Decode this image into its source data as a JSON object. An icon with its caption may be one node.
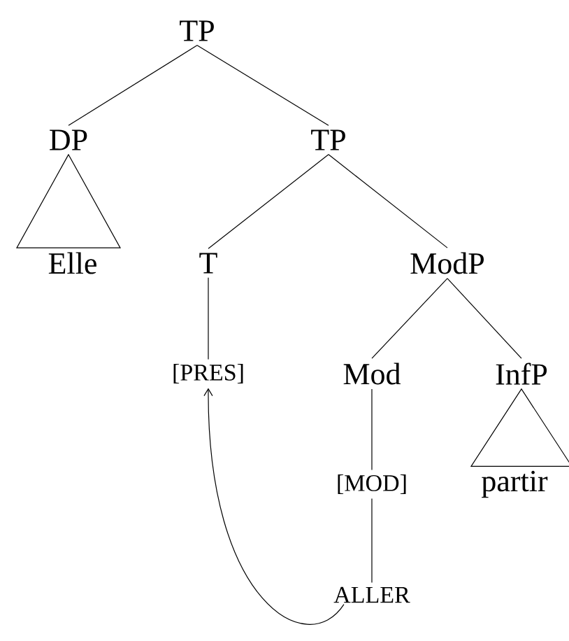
{
  "diagram": {
    "nodes": [
      {
        "text": [
          "TP"
        ]
      },
      {
        "text": [
          "DP"
        ]
      },
      {
        "text": [
          "TP"
        ]
      },
      {
        "text": [
          "Elle"
        ]
      },
      {
        "text": [
          "T"
        ]
      },
      {
        "text": [
          "ModP"
        ]
      },
      {
        "text": [
          "[PRES]"
        ]
      },
      {
        "text": [
          "Mod"
        ]
      },
      {
        "text": [
          "InfP"
        ]
      },
      {
        "text": [
          "[MOD]"
        ]
      },
      {
        "text": [
          "partir"
        ]
      },
      {
        "text": [
          "ALLER"
        ]
      }
    ],
    "edges": [
      {
        "from": 0,
        "to": 1,
        "arrow": "none"
      },
      {
        "from": 0,
        "to": 2,
        "arrow": "none"
      },
      {
        "from": 1,
        "to": 3,
        "arrow": "none"
      },
      {
        "from": 2,
        "to": 4,
        "arrow": "none"
      },
      {
        "from": 2,
        "to": 5,
        "arrow": "none"
      },
      {
        "from": 4,
        "to": 6,
        "arrow": "none"
      },
      {
        "from": 5,
        "to": 7,
        "arrow": "none"
      },
      {
        "from": 5,
        "to": 8,
        "arrow": "none"
      },
      {
        "from": 7,
        "to": 9,
        "arrow": "none"
      },
      {
        "from": 8,
        "to": 10,
        "arrow": "none"
      },
      {
        "from": 9,
        "to": 11,
        "arrow": "none"
      },
      {
        "from": 11,
        "to": 6,
        "arrow": "to"
      }
    ]
  }
}
